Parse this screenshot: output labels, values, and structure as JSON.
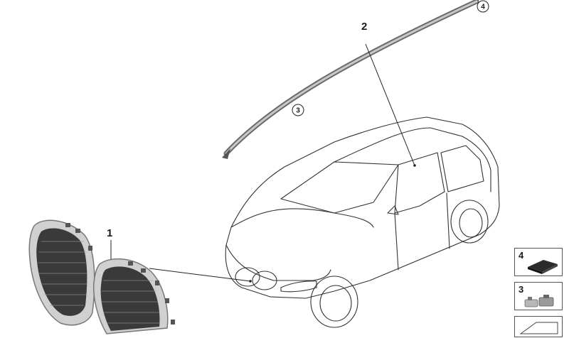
{
  "callouts": {
    "grille": "1",
    "trim_strip": "2",
    "circled_clip": "3",
    "circled_pad": "4"
  },
  "legend": [
    {
      "number": "4",
      "icon": "adhesive-pad-icon"
    },
    {
      "number": "3",
      "icon": "clip-icon"
    },
    {
      "number": "",
      "icon": "arrow-tag-icon"
    }
  ]
}
